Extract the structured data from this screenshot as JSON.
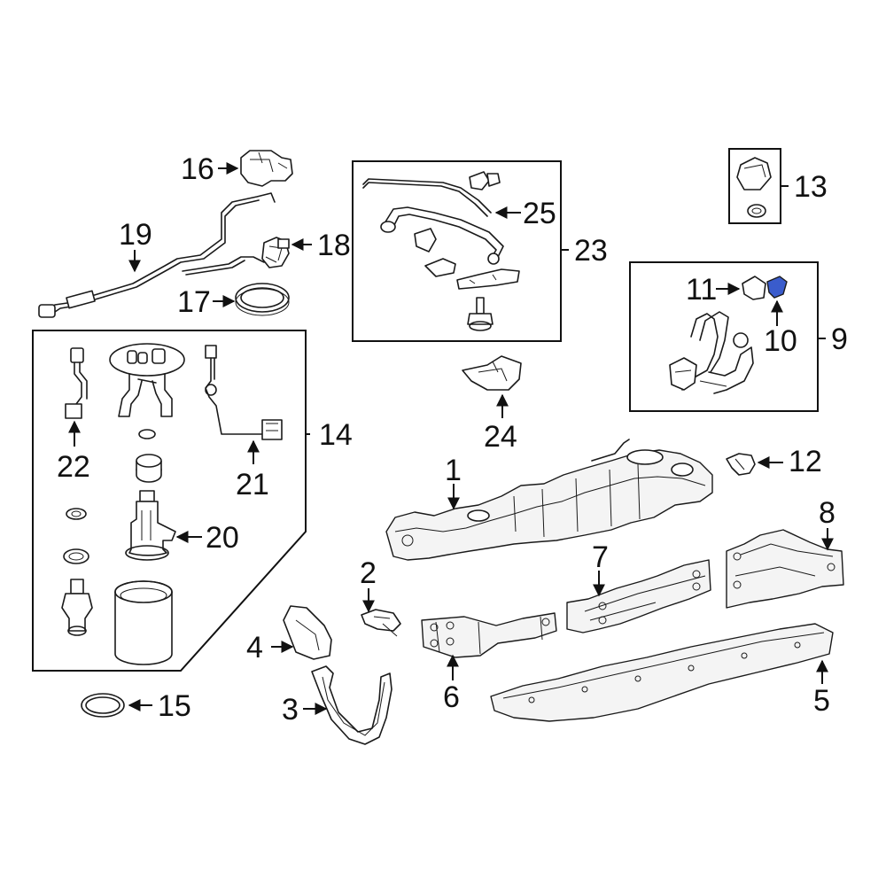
{
  "diagram": {
    "accent_color": "#3a5ccc",
    "labels": {
      "l1": "1",
      "l2": "2",
      "l3": "3",
      "l4": "4",
      "l5": "5",
      "l6": "6",
      "l7": "7",
      "l8": "8",
      "l9": "9",
      "l10": "10",
      "l11": "11",
      "l12": "12",
      "l13": "13",
      "l14": "14",
      "l15": "15",
      "l16": "16",
      "l17": "17",
      "l18": "18",
      "l19": "19",
      "l20": "20",
      "l21": "21",
      "l22": "22",
      "l23": "23",
      "l24": "24",
      "l25": "25"
    }
  }
}
